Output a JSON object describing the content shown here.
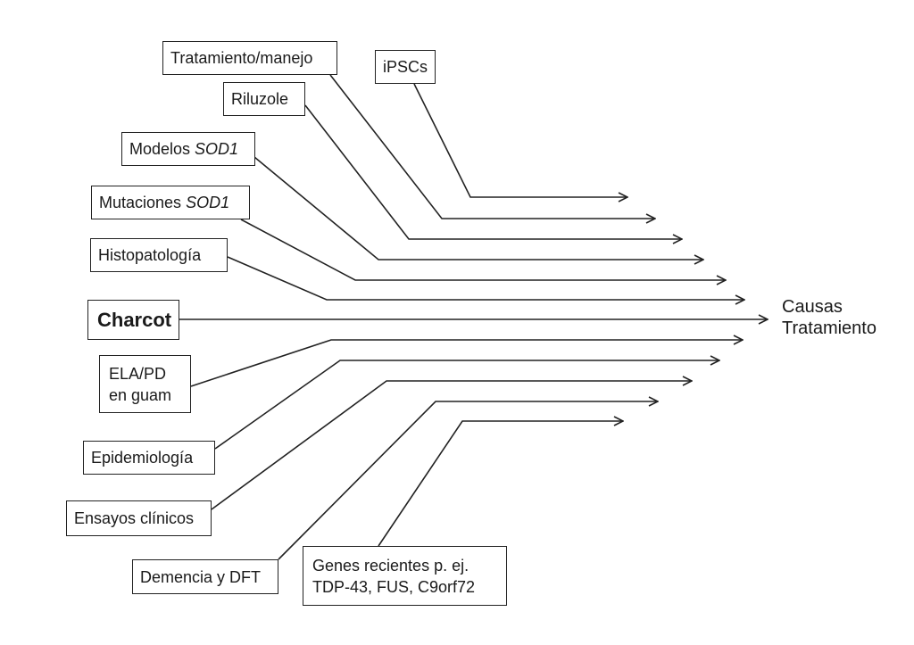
{
  "target": "Causas\nTratamiento",
  "nodes": [
    {
      "id": "tratamiento_manejo",
      "segments": [
        {
          "text": "Tratamiento/manejo"
        }
      ]
    },
    {
      "id": "ipscs",
      "segments": [
        {
          "text": "iPSCs"
        }
      ]
    },
    {
      "id": "riluzole",
      "segments": [
        {
          "text": "Riluzole"
        }
      ]
    },
    {
      "id": "modelos_sod1",
      "segments": [
        {
          "text": "Modelos "
        },
        {
          "text": "SOD1",
          "italic": true
        }
      ]
    },
    {
      "id": "mutaciones_sod1",
      "segments": [
        {
          "text": "Mutaciones "
        },
        {
          "text": "SOD1",
          "italic": true
        }
      ]
    },
    {
      "id": "histopatologia",
      "segments": [
        {
          "text": "Histopatología"
        }
      ]
    },
    {
      "id": "charcot",
      "segments": [
        {
          "text": "Charcot"
        }
      ]
    },
    {
      "id": "ela_pd_guam",
      "segments": [
        {
          "text": "ELA/PD\nen guam"
        }
      ]
    },
    {
      "id": "epidemiologia",
      "segments": [
        {
          "text": "Epidemiología"
        }
      ]
    },
    {
      "id": "ensayos_clinicos",
      "segments": [
        {
          "text": "Ensayos clínicos"
        }
      ]
    },
    {
      "id": "demencia_dft",
      "segments": [
        {
          "text": "Demencia y DFT"
        }
      ]
    },
    {
      "id": "genes_recientes",
      "segments": [
        {
          "text": "Genes recientes p. ej.\nTDP-43, FUS, C9orf72"
        }
      ]
    }
  ]
}
